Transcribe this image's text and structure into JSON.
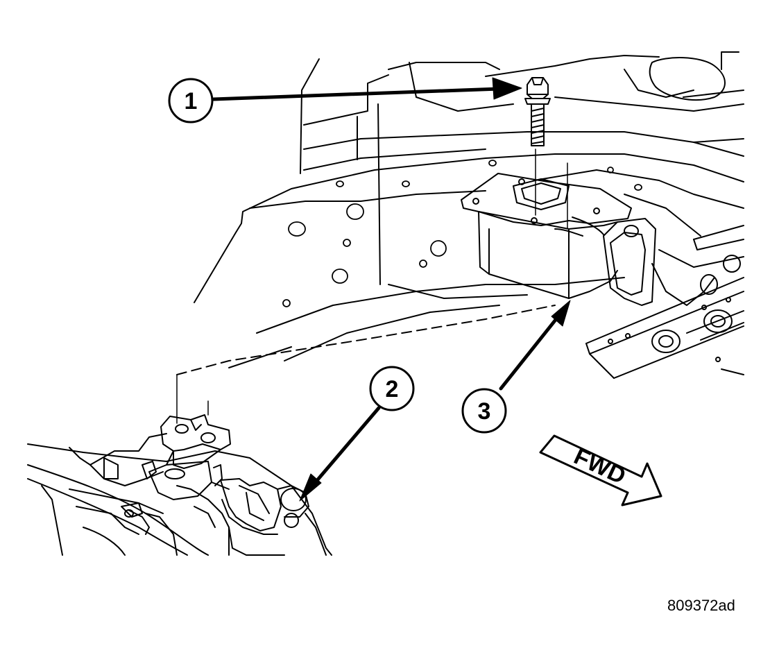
{
  "callouts": [
    {
      "number": "1",
      "refers_to": "bolt"
    },
    {
      "number": "2",
      "refers_to": "transmission mount"
    },
    {
      "number": "3",
      "refers_to": "mount bracket"
    }
  ],
  "direction_label": "FWD",
  "figure_id": "809372ad",
  "colors": {
    "line": "#000000",
    "background": "#ffffff"
  }
}
